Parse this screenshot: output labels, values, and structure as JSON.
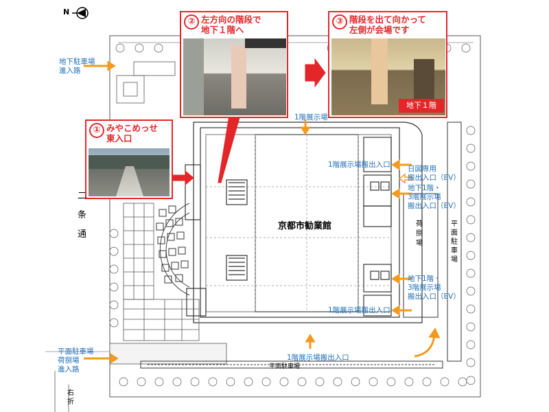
{
  "compass": {
    "label": "N"
  },
  "callouts": [
    {
      "num": "①",
      "text": "みやこめっせ\n東入口"
    },
    {
      "num": "②",
      "text": "左方向の階段で\n地下１階へ"
    },
    {
      "num": "③",
      "text": "階段を出て向かって\n左側が会場です"
    }
  ],
  "photo3_badge": "地下１階",
  "labels": {
    "parking_entry_top": "地下駐車場\n進入路",
    "street": "二\n条\n通",
    "hall_name": "京都市勧業館",
    "hall_top_entry": "1階展示場",
    "hall_right_entry_1": "1階展示場搬出入口",
    "hall_right_entry_2": "1階展示場搬出入口",
    "hall_bottom_entry": "1階展示場搬出入口",
    "gate_1": "日図専用\n搬出入口（EV）",
    "gate_2": "地下1階・\n3階展示場\n搬出入口（EV）",
    "gate_3": "地下1階・\n3階展示場\n搬出入口（EV）",
    "loading_area": "荷\n捌\n場",
    "flat_parking_right": "平\n面\n駐\n車\n場",
    "flat_parking_bottom": "平面駐車場",
    "parking_entry_bottom": "平面駐車場\n荷捌場\n進入路",
    "turn_right": "右\n折"
  },
  "colors": {
    "callout_red": "#e3262a",
    "label_blue": "#1f6fb8",
    "arrow_orange": "#f39a1e"
  }
}
